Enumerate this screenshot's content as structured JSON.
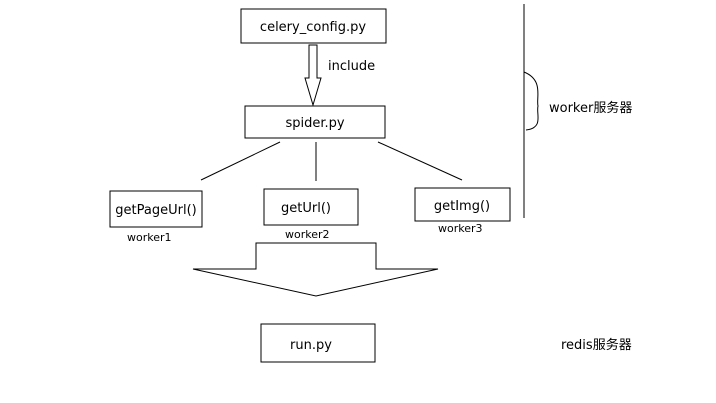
{
  "nodes": {
    "celery_config": "celery_config.py",
    "spider": "spider.py",
    "get_page_url": "getPageUrl()",
    "get_url": "getUrl()",
    "get_img": "getImg()",
    "run": "run.py"
  },
  "labels": {
    "include": "include",
    "worker1": "worker1",
    "worker2": "worker2",
    "worker3": "worker3",
    "worker_server": "worker服务器",
    "redis_server": "redis服务器"
  }
}
